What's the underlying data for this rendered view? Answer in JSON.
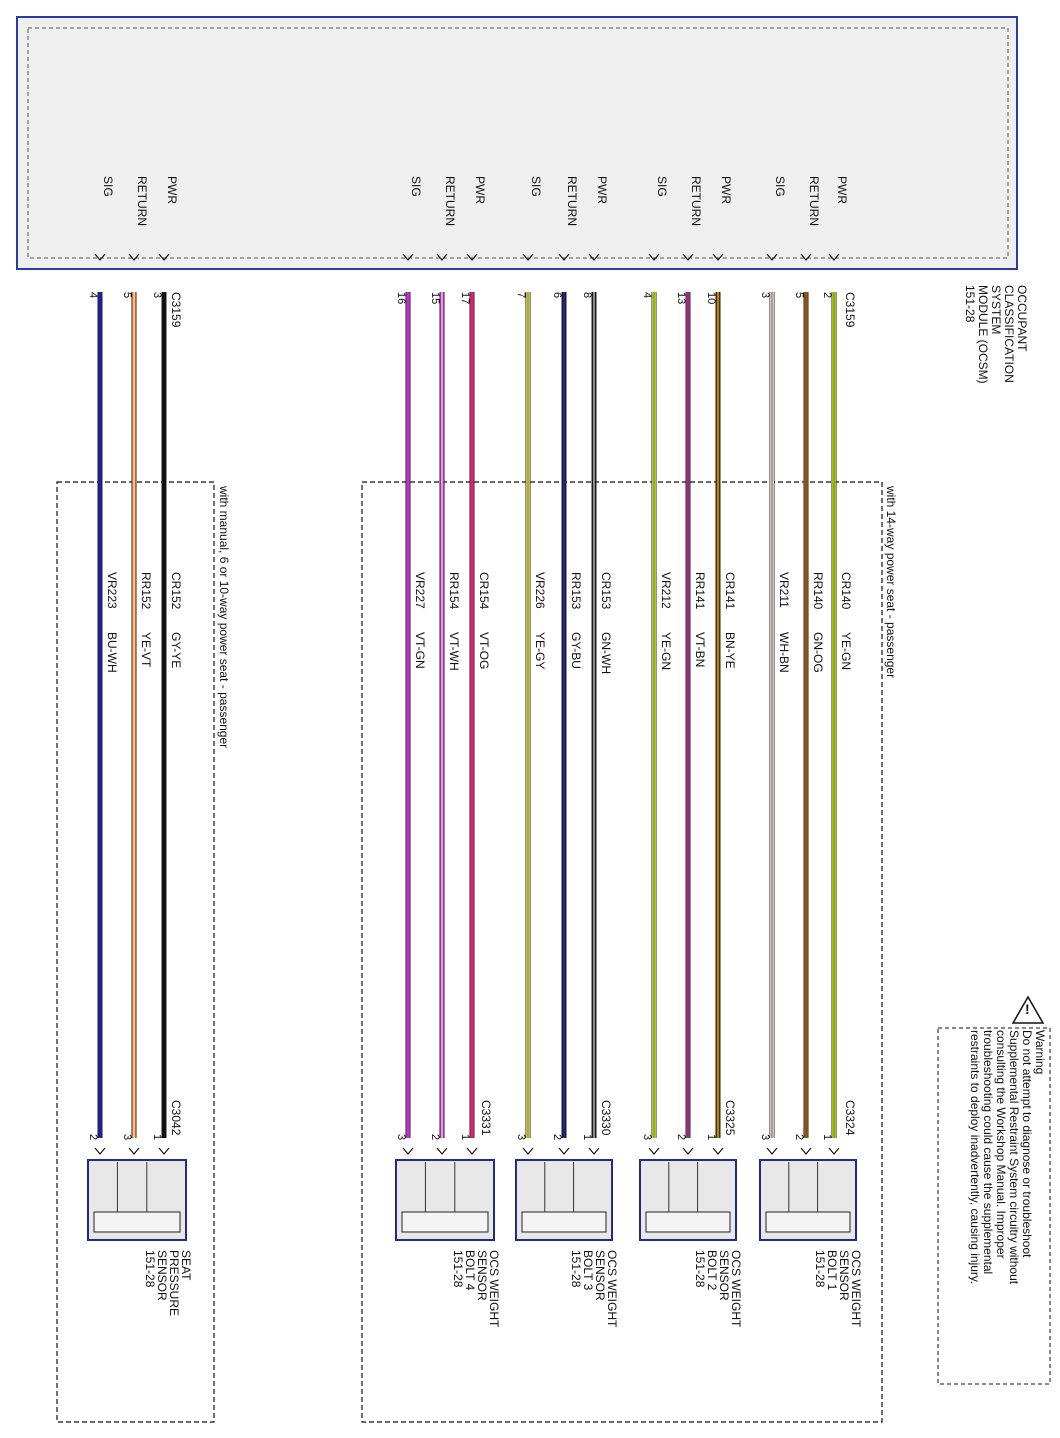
{
  "module": {
    "name": "OCCUPANT CLASSIFICATION SYSTEM MODULE (OCSM)",
    "name_lines": [
      "OCCUPANT",
      "CLASSIFICATION",
      "SYSTEM",
      "MODULE (OCSM)"
    ],
    "ref": "151-28",
    "connector": "C3159"
  },
  "warning": {
    "lines": [
      "Warning",
      "Do not attempt to diagnose or troubleshoot",
      "Supplemental Restraint System circuitry without",
      "consulting the Workshop Manual. Improper",
      "troubleshooting could cause the supplemental",
      "restraints to deploy inadvertently, causing injury."
    ],
    "icon": "warning-triangle-icon"
  },
  "options": {
    "power14": "with 14-way power seat - passenger",
    "manual": "with manual, 6 or 10-way power seat - passenger"
  },
  "pin_names": {
    "pwr": "PWR",
    "return": "RETURN",
    "sig": "SIG"
  },
  "wires": [
    {
      "func": "PWR",
      "pin": "2",
      "circuit": "CR140",
      "color": "YE-GN",
      "dest_pin": "1",
      "stroke": "#e6e61a",
      "stripe": "#1a7a1a",
      "group": "bolt1"
    },
    {
      "func": "RETURN",
      "pin": "5",
      "circuit": "RR140",
      "color": "GN-OG",
      "dest_pin": "2",
      "stroke": "#c84a14",
      "stripe": "#1a7a1a",
      "group": "bolt1"
    },
    {
      "func": "SIG",
      "pin": "3",
      "circuit": "VR211",
      "color": "WH-BN",
      "dest_pin": "3",
      "stroke": "#ffffff",
      "stripe": "#6b3a1a",
      "group": "bolt1"
    },
    {
      "func": "PWR",
      "pin": "10",
      "circuit": "CR141",
      "color": "BN-YE",
      "dest_pin": "1",
      "stroke": "#6b2a0a",
      "stripe": "#e6e61a",
      "group": "bolt2"
    },
    {
      "func": "RETURN",
      "pin": "13",
      "circuit": "RR141",
      "color": "VT-BN",
      "dest_pin": "2",
      "stroke": "#b42cb4",
      "stripe": "#6b3a1a",
      "group": "bolt2"
    },
    {
      "func": "SIG",
      "pin": "4",
      "circuit": "VR212",
      "color": "YE-GN",
      "dest_pin": "3",
      "stroke": "#f0f03c",
      "stripe": "#1a7a1a",
      "group": "bolt2"
    },
    {
      "func": "PWR",
      "pin": "8",
      "circuit": "CR153",
      "color": "GN-WH",
      "dest_pin": "1",
      "stroke": "#1a1a1a",
      "stripe": "#ffffff",
      "group": "bolt3"
    },
    {
      "func": "RETURN",
      "pin": "6",
      "circuit": "RR153",
      "color": "GY-BU",
      "dest_pin": "2",
      "stroke": "#141450",
      "stripe": "#3a3aa0",
      "group": "bolt3"
    },
    {
      "func": "SIG",
      "pin": "7",
      "circuit": "VR226",
      "color": "YE-GY",
      "dest_pin": "3",
      "stroke": "#f0f03c",
      "stripe": "#666666",
      "group": "bolt3"
    },
    {
      "func": "PWR",
      "pin": "17",
      "circuit": "CR154",
      "color": "VT-OG",
      "dest_pin": "1",
      "stroke": "#e0207a",
      "stripe": "#e0207a",
      "group": "bolt4"
    },
    {
      "func": "RETURN",
      "pin": "15",
      "circuit": "RR154",
      "color": "VT-WH",
      "dest_pin": "2",
      "stroke": "#cc33cc",
      "stripe": "#ffffff",
      "group": "bolt4"
    },
    {
      "func": "SIG",
      "pin": "16",
      "circuit": "VR227",
      "color": "VT-GN",
      "dest_pin": "3",
      "stroke": "#c030c8",
      "stripe": "#c030c8",
      "group": "bolt4"
    },
    {
      "func": "PWR",
      "pin": "3",
      "circuit": "CR152",
      "color": "GY-YE",
      "dest_pin": "1",
      "stroke": "#111111",
      "stripe": "#111111",
      "group": "seat"
    },
    {
      "func": "RETURN",
      "pin": "5",
      "circuit": "RR152",
      "color": "YE-VT",
      "dest_pin": "3",
      "stroke": "#f08020",
      "stripe": "#ffffff",
      "group": "seat"
    },
    {
      "func": "SIG",
      "pin": "4",
      "circuit": "VR223",
      "color": "BU-WH",
      "dest_pin": "2",
      "stroke": "#2020a0",
      "stripe": "#2020a0",
      "group": "seat"
    }
  ],
  "sensors": [
    {
      "id": "bolt1",
      "connector": "C3324",
      "name_lines": [
        "OCS WEIGHT",
        "SENSOR",
        "BOLT 1",
        "151-28"
      ]
    },
    {
      "id": "bolt2",
      "connector": "C3325",
      "name_lines": [
        "OCS WEIGHT",
        "SENSOR",
        "BOLT 2",
        "151-28"
      ]
    },
    {
      "id": "bolt3",
      "connector": "C3330",
      "name_lines": [
        "OCS WEIGHT",
        "SENSOR",
        "BOLT 3",
        "151-28"
      ]
    },
    {
      "id": "bolt4",
      "connector": "C3331",
      "name_lines": [
        "OCS WEIGHT",
        "SENSOR",
        "BOLT 4",
        "151-28"
      ]
    },
    {
      "id": "seat",
      "connector": "C3042",
      "name_lines": [
        "SEAT",
        "PRESSURE",
        "SENSOR",
        "151-28"
      ]
    }
  ],
  "colors": {
    "module_border": "#2b3aa8",
    "module_fill": "#efefef",
    "sensor_border": "#1e2c8c"
  }
}
